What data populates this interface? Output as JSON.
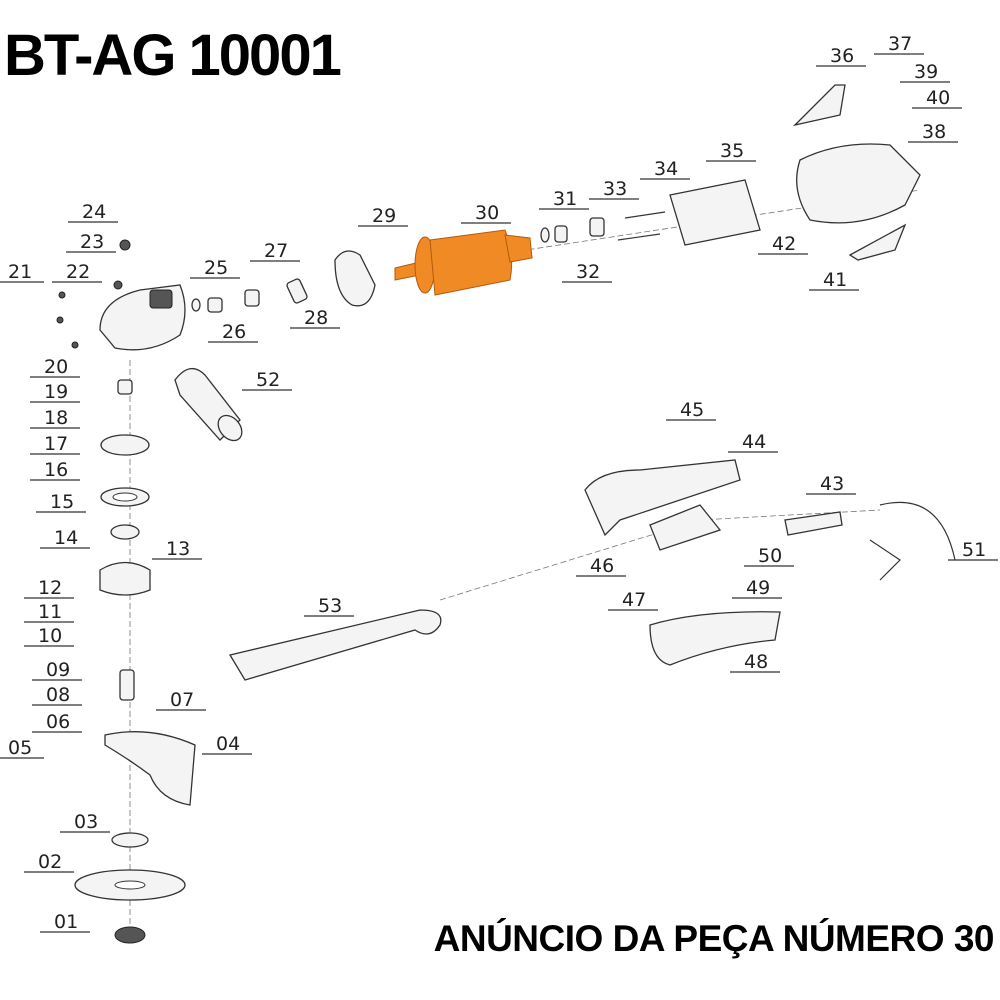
{
  "header": {
    "model": "BT-AG 10001"
  },
  "footer": {
    "caption": "ANÚNCIO DA PEÇA NÚMERO 30"
  },
  "highlight": {
    "part": "30",
    "color": "#f08a24"
  },
  "parts": [
    "36",
    "37",
    "39",
    "40",
    "38",
    "35",
    "34",
    "33",
    "31",
    "30",
    "29",
    "32",
    "42",
    "41",
    "24",
    "23",
    "21",
    "22",
    "25",
    "27",
    "26",
    "28",
    "20",
    "19",
    "18",
    "17",
    "16",
    "15",
    "14",
    "13",
    "12",
    "11",
    "10",
    "09",
    "08",
    "07",
    "06",
    "05",
    "04",
    "03",
    "02",
    "01",
    "52",
    "53",
    "45",
    "44",
    "43",
    "46",
    "50",
    "51",
    "47",
    "49",
    "48"
  ]
}
